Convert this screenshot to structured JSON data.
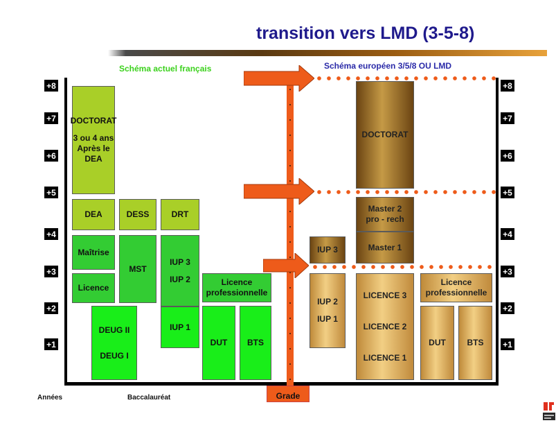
{
  "slide": {
    "title": "transition vers LMD (3-5-8)",
    "label_french": "Schéma actuel français",
    "label_european": "Schéma européen 3/5/8 OU LMD",
    "label_years": "Années",
    "label_bac": "Baccalauréat",
    "label_grade": "Grade"
  },
  "levels": [
    "+8",
    "+7",
    "+6",
    "+5",
    "+4",
    "+3",
    "+2",
    "+1"
  ],
  "french": {
    "doctorat": [
      "DOCTORAT",
      "3 ou 4 ans",
      "Après le",
      "DEA"
    ],
    "dea": "DEA",
    "dess": "DESS",
    "drt": "DRT",
    "maitrise": "Maîtrise",
    "licence": "Licence",
    "mst": "MST",
    "iup3": "IUP 3",
    "iup2": "IUP 2",
    "iup1": "IUP 1",
    "deug2": "DEUG II",
    "deug1": "DEUG I",
    "lic_pro": [
      "Licence",
      "professionnelle"
    ],
    "dut": "DUT",
    "bts": "BTS"
  },
  "european": {
    "doctorat": "DOCTORAT",
    "master2": [
      "Master 2",
      "pro - rech"
    ],
    "master1": "Master 1",
    "iup3": "IUP 3",
    "iup2": "IUP 2",
    "iup1": "IUP 1",
    "licence3": "LICENCE 3",
    "licence2": "LICENCE 2",
    "licence1": "LICENCE 1",
    "lic_pro": [
      "Licence",
      "professionnelle"
    ],
    "dut": "DUT",
    "bts": "BTS"
  },
  "colors": {
    "title": "#1f1a8c",
    "french_label": "#3bd11c",
    "european_label": "#2a2aa8",
    "arrow": "#ee5b1a",
    "olive": "#a9cf28",
    "green": "#33cc33",
    "bright_green": "#19ee19",
    "gold": "#d9aa5a",
    "brown": "#8a5a1c"
  }
}
